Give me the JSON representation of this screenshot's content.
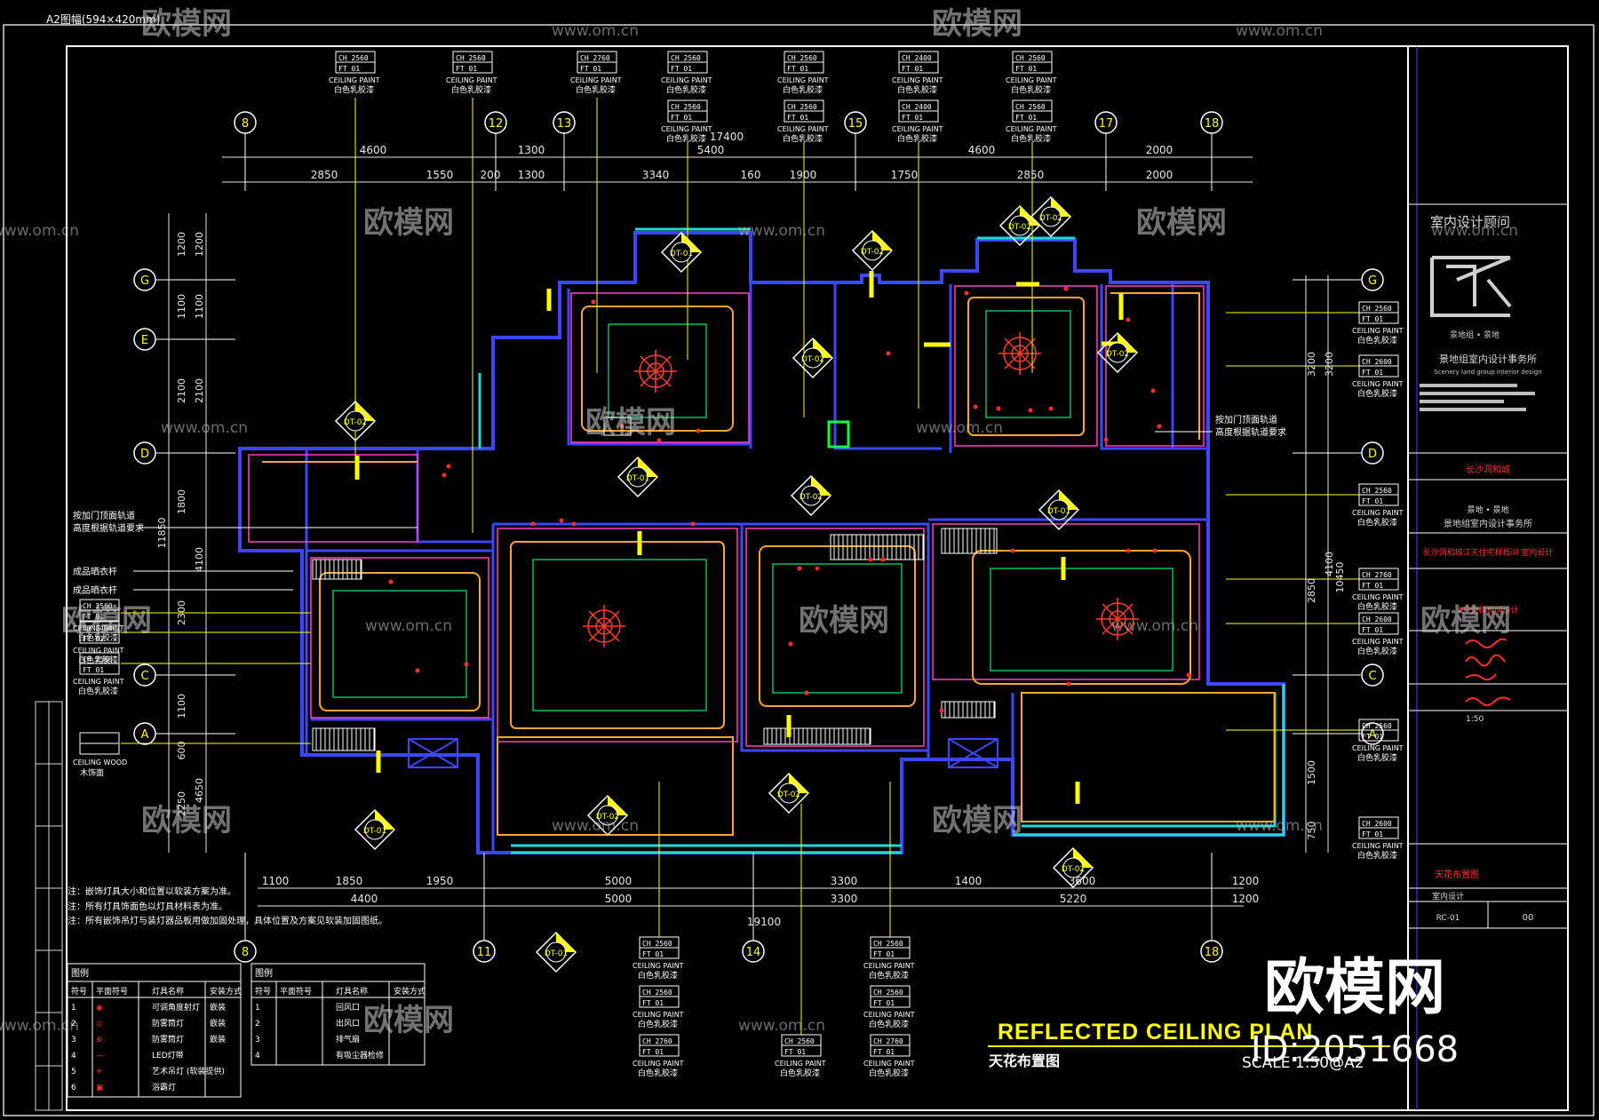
{
  "sheet": {
    "size_label": "A2图幅(594×420mm)",
    "plan_title_en": "REFLECTED CEILING PLAN",
    "plan_title_cn": "天花布置图",
    "scale": "SCALE  1:50@A2"
  },
  "watermark": {
    "brand_cn": "欧模网",
    "url": "www.om.cn",
    "id": "ID:2051668"
  },
  "axes": {
    "top": [
      "8",
      "12",
      "13",
      "15",
      "17",
      "18"
    ],
    "bottom": [
      "8",
      "11",
      "14",
      "18"
    ],
    "left": [
      "G",
      "E",
      "D",
      "C",
      "A"
    ],
    "right": [
      "G",
      "D",
      "C",
      "A"
    ]
  },
  "dimensions": {
    "top_row1": [
      "4600",
      "1300",
      "5400",
      "4600",
      "2000"
    ],
    "top_row2": [
      "2850",
      "1550",
      "200",
      "1300",
      "3340",
      "160",
      "1900",
      "1750",
      "2850",
      "2000"
    ],
    "top_total": "17400",
    "bottom_row1": [
      "1100",
      "1850",
      "1950",
      "5000",
      "3300",
      "1400",
      "3600",
      "1200"
    ],
    "bottom_row2": [
      "4400",
      "5000",
      "3300",
      "5220",
      "1200"
    ],
    "bottom_total": "19100",
    "left_col1": [
      "1200",
      "1100",
      "2100",
      "1800",
      "2300",
      "1100",
      "600",
      "2250"
    ],
    "left_col2": [
      "1200",
      "1100",
      "2100",
      "4100",
      "4650"
    ],
    "left_total": "11850",
    "right_col1": [
      "3200",
      "2850",
      "1500",
      "750"
    ],
    "right_col2": [
      "3200",
      "4100",
      "10450"
    ]
  },
  "ceiling_tags": {
    "ch_top": [
      "CH  2560",
      "CH  2560",
      "CH  2760",
      "CH  2560",
      "CH  2560",
      "CH  2400",
      "CH  2560"
    ],
    "ft_label": "FT  01",
    "ceiling_paint": "CEILING PAINT",
    "paint_cn": "白色乳胶漆",
    "wood_label": "CEILING WOOD",
    "wood_cn": "木饰面",
    "ch_bottom": [
      "CH  2560",
      "CH  2560",
      "CH  2760",
      "CH  2560"
    ],
    "left_tags": [
      "CH  2560",
      "CH  2400",
      "CH  2560"
    ],
    "right_tags": [
      "CH  2560",
      "CH  2600",
      "CH  2560",
      "CH  2760",
      "CH  2600",
      "CH  2560",
      "CH  2600"
    ]
  },
  "detail_tags": [
    "DT-01",
    "DT-02"
  ],
  "left_notes": [
    "成品晒衣杆",
    "成品晒衣杆"
  ],
  "room_notes": [
    "按加门顶面轨道",
    "高度根据轨道要求"
  ],
  "notes": [
    "注：嵌饰灯具大小和位置以软装方案为准。",
    "注：所有灯具饰面色以灯具材料表为准。",
    "注：所有嵌饰吊灯与装灯器品板用做加固处理，具体位置及方案见软装加固图纸。"
  ],
  "legend_left": {
    "title": "图例",
    "headers": [
      "符号",
      "平面符号",
      "灯具名称",
      "安装方式"
    ],
    "rows": [
      [
        "1",
        "◉",
        "可调角度射灯",
        "嵌装"
      ],
      [
        "2",
        "◎",
        "防雾筒灯",
        "嵌装"
      ],
      [
        "3",
        "⊕",
        "防雾筒灯",
        "嵌装"
      ],
      [
        "4",
        "—",
        "LED灯带",
        ""
      ],
      [
        "5",
        "✳",
        "艺术吊灯 (软装提供)",
        ""
      ],
      [
        "6",
        "▣",
        "浴霸灯",
        ""
      ]
    ]
  },
  "legend_right": {
    "title": "图例",
    "headers": [
      "符号",
      "平面符号",
      "灯具名称",
      "安装方式"
    ],
    "rows": [
      [
        "1",
        "",
        "回风口",
        ""
      ],
      [
        "2",
        "",
        "出风口",
        ""
      ],
      [
        "3",
        "",
        "排气扇",
        ""
      ],
      [
        "4",
        "",
        "有吸尘器检修",
        ""
      ]
    ]
  },
  "titleblock": {
    "consultant_label": "室内设计顾问",
    "firm_cn": "景地组室内设计事务所",
    "firm_en": "Scenery land group interior design",
    "project_label": "长沙洞和城",
    "client_label": "景地组室内设计事务所",
    "project_name": "长沙洞和城江天住宅样板间 室内设计",
    "drawing_label": "A户型样板间设计",
    "drawing_name": "天花布置图",
    "sheet_type": "室内设计",
    "sheet_no": "RC-01",
    "revision": "00",
    "scale_small": "1:50"
  },
  "colors": {
    "frame": "#ffffff",
    "yellow": "#ffff00",
    "blue": "#3b46ff",
    "cyan": "#21d7d7",
    "magenta": "#ff40c0",
    "orange": "#ffa52c",
    "red": "#ff2a2a",
    "green": "#00ff40",
    "dim": "#e6e6e6"
  }
}
